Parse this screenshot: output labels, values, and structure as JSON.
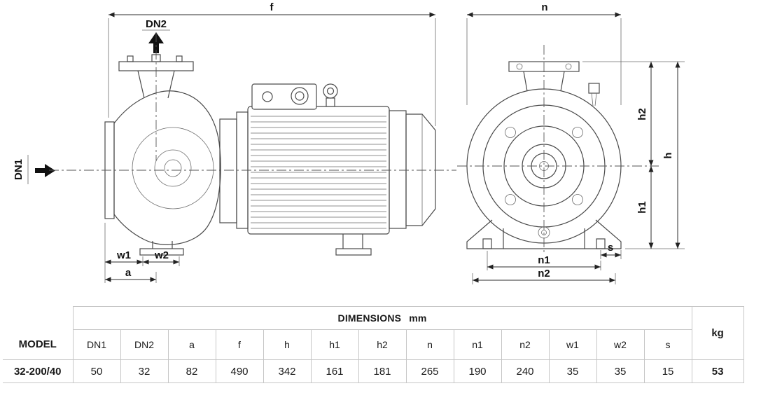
{
  "diagram": {
    "side_view": {
      "dim_f": "f",
      "dim_dn2": "DN2",
      "dim_dn1": "DN1",
      "dim_w1": "w1",
      "dim_w2": "w2",
      "dim_a": "a"
    },
    "front_view": {
      "dim_n": "n",
      "dim_h2": "h2",
      "dim_h": "h",
      "dim_h1": "h1",
      "dim_s": "s",
      "dim_n1": "n1",
      "dim_n2": "n2"
    }
  },
  "table": {
    "title": "DIMENSIONS mm",
    "model_header": "MODEL",
    "unit_header": "kg",
    "columns": [
      "DN1",
      "DN2",
      "a",
      "f",
      "h",
      "h1",
      "h2",
      "n",
      "n1",
      "n2",
      "w1",
      "w2",
      "s"
    ],
    "row": {
      "model": "32-200/40",
      "values": [
        "50",
        "32",
        "82",
        "490",
        "342",
        "161",
        "181",
        "265",
        "190",
        "240",
        "35",
        "35",
        "15"
      ],
      "kg": "53"
    }
  }
}
